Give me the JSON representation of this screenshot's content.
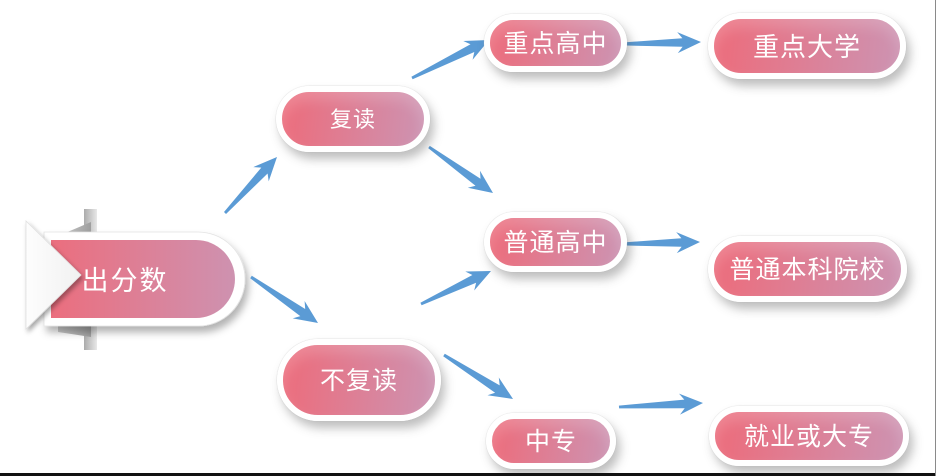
{
  "diagram_type": "flowchart",
  "nodes": [
    {
      "id": "score-released",
      "label": "出分数",
      "shape": "ribbon-banner"
    },
    {
      "id": "repeat",
      "label": "复读",
      "shape": "pill"
    },
    {
      "id": "no-repeat",
      "label": "不复读",
      "shape": "pill"
    },
    {
      "id": "key-high-school",
      "label": "重点高中",
      "shape": "pill"
    },
    {
      "id": "ordinary-high-school",
      "label": "普通高中",
      "shape": "pill"
    },
    {
      "id": "vocational-school",
      "label": "中专",
      "shape": "pill"
    },
    {
      "id": "key-university",
      "label": "重点大学",
      "shape": "pill"
    },
    {
      "id": "ordinary-undergraduate",
      "label": "普通本科院校",
      "shape": "pill"
    },
    {
      "id": "employment-or-junior-college",
      "label": "就业或大专",
      "shape": "pill"
    }
  ],
  "edges": [
    {
      "from": "score-released",
      "to": "repeat"
    },
    {
      "from": "score-released",
      "to": "no-repeat"
    },
    {
      "from": "repeat",
      "to": "key-high-school"
    },
    {
      "from": "repeat",
      "to": "ordinary-high-school"
    },
    {
      "from": "no-repeat",
      "to": "ordinary-high-school"
    },
    {
      "from": "no-repeat",
      "to": "vocational-school"
    },
    {
      "from": "key-high-school",
      "to": "key-university"
    },
    {
      "from": "ordinary-high-school",
      "to": "ordinary-undergraduate"
    },
    {
      "from": "vocational-school",
      "to": "employment-or-junior-college"
    }
  ],
  "colors": {
    "node_gradient_start": "#EB6E7E",
    "node_gradient_end": "#CE92B0",
    "node_border": "#FFFFFF",
    "node_text": "#FFFFFF",
    "arrow": "#5B9BD5",
    "background": "#FFFFFF",
    "ribbon_fold_gray": "#BDBDBD"
  }
}
